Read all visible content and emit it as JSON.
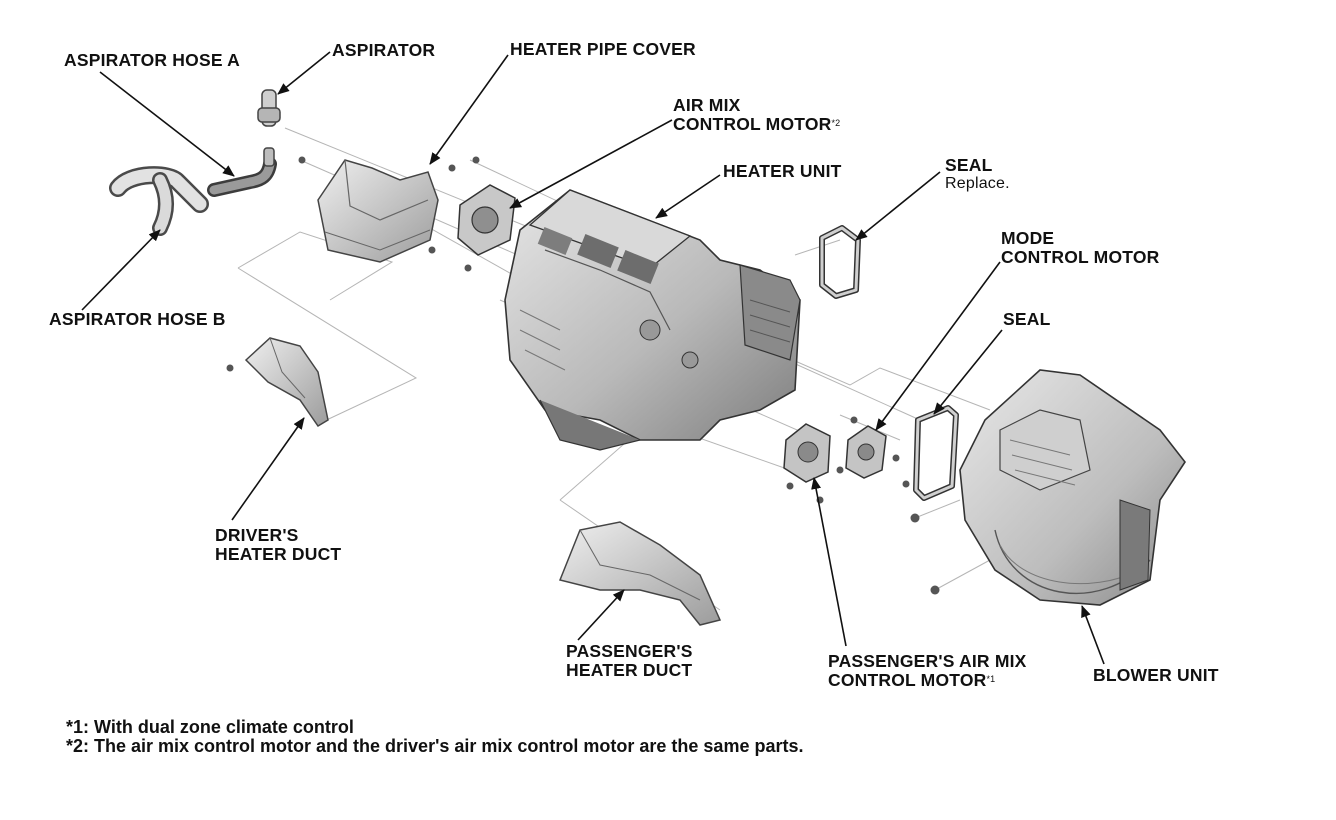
{
  "labels": {
    "aspirator_hose_a": "ASPIRATOR HOSE A",
    "aspirator": "ASPIRATOR",
    "heater_pipe_cover": "HEATER PIPE COVER",
    "air_mix_motor_l1": "AIR MIX",
    "air_mix_motor_l2": "CONTROL MOTOR",
    "air_mix_motor_sup": "*2",
    "heater_unit": "HEATER UNIT",
    "seal_top": "SEAL",
    "seal_top_note": "Replace.",
    "mode_motor_l1": "MODE",
    "mode_motor_l2": "CONTROL MOTOR",
    "seal": "SEAL",
    "aspirator_hose_b": "ASPIRATOR HOSE B",
    "drivers_duct_l1": "DRIVER'S",
    "drivers_duct_l2": "HEATER DUCT",
    "passengers_duct_l1": "PASSENGER'S",
    "passengers_duct_l2": "HEATER DUCT",
    "pass_air_mix_l1": "PASSENGER'S AIR MIX",
    "pass_air_mix_l2": "CONTROL MOTOR",
    "pass_air_mix_sup": "*1",
    "blower_unit": "BLOWER UNIT"
  },
  "notes": {
    "note1": "*1: With dual zone climate control",
    "note2": "*2: The air mix control motor and the driver's air mix control motor are the same parts."
  },
  "colors": {
    "ink": "#111111",
    "part_light": "#d6d6d6",
    "part_mid": "#a9a9a9",
    "part_dark": "#6e6e6e",
    "guide": "#b5b5b5"
  }
}
